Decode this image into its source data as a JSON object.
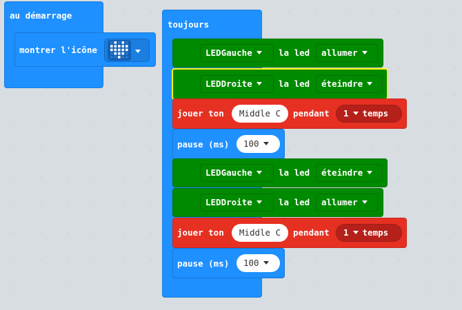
{
  "on_start": {
    "label": "au démarrage",
    "show_icon_label": "montrer l'icône",
    "icon": "heart-icon"
  },
  "forever": {
    "label": "toujours",
    "rows": [
      {
        "kind": "led",
        "var": "LEDGauche",
        "middle": "la led",
        "state": "allumer"
      },
      {
        "kind": "led",
        "var": "LEDDroite",
        "middle": "la led",
        "state": "éteindre"
      },
      {
        "kind": "tone",
        "label": "jouer ton",
        "note": "Middle C",
        "for": "pendant",
        "beats_value": "1",
        "beats_unit": "temps"
      },
      {
        "kind": "pause",
        "label": "pause (ms)",
        "value": "100"
      },
      {
        "kind": "led",
        "var": "LEDGauche",
        "middle": "la led",
        "state": "éteindre"
      },
      {
        "kind": "led",
        "var": "LEDDroite",
        "middle": "la led",
        "state": "allumer"
      },
      {
        "kind": "tone",
        "label": "jouer ton",
        "note": "Middle C",
        "for": "pendant",
        "beats_value": "1",
        "beats_unit": "temps"
      },
      {
        "kind": "pause",
        "label": "pause (ms)",
        "value": "100"
      }
    ]
  },
  "colors": {
    "workspace": "#ecf0f3",
    "basic_blue": "#1e90ff",
    "pins_green": "#008a00",
    "music_red": "#e63022",
    "selection": "#fff200"
  }
}
